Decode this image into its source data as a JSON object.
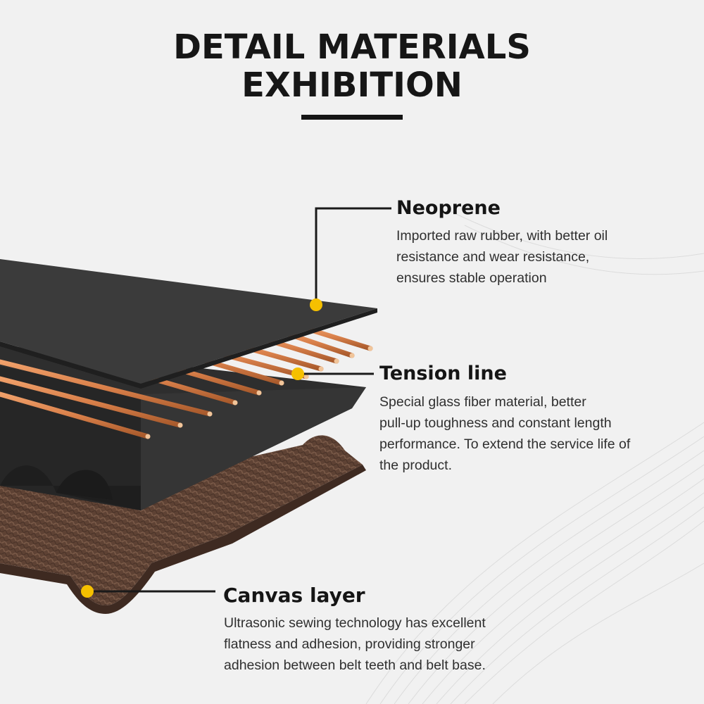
{
  "title": {
    "line1": "DETAIL MATERIALS",
    "line2": "EXHIBITION"
  },
  "colors": {
    "background": "#f1f1f1",
    "rubber": "#3a3a3a",
    "cords": "#d9804a",
    "canvas": "#5a3e31",
    "marker": "#f5c000"
  },
  "callouts": {
    "neoprene": {
      "title": "Neoprene",
      "lines": [
        "Imported raw rubber, with better oil",
        "resistance and wear resistance,",
        "ensures stable operation"
      ]
    },
    "tension": {
      "title": "Tension line",
      "lines": [
        "Special glass fiber material, better",
        "pull-up toughness and constant length",
        "performance. To extend the service life of",
        "the product."
      ]
    },
    "canvas": {
      "title": "Canvas layer",
      "lines": [
        "Ultrasonic sewing technology has excellent",
        "flatness and adhesion, providing stronger",
        "adhesion between belt teeth and belt base."
      ]
    }
  }
}
